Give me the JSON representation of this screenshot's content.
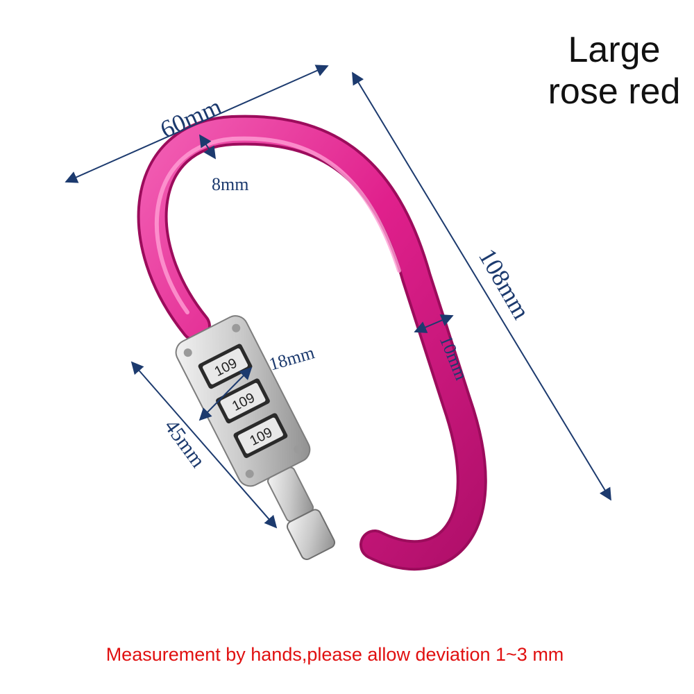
{
  "product": {
    "size_line": "Large",
    "color_line": "rose red"
  },
  "dimensions": {
    "width_label": "60mm",
    "wire_thin_label": "8mm",
    "length_label": "108mm",
    "wire_thick_label": "10mm",
    "lock_width_label": "18mm",
    "lock_length_label": "45mm"
  },
  "lock": {
    "dial_digits": [
      "109",
      "109",
      "109"
    ]
  },
  "footer": {
    "note": "Measurement by hands,please allow deviation 1~3 mm"
  },
  "colors": {
    "carabiner": "#e0208c",
    "dimension_line": "#1c3a6e",
    "note_text": "#e01010",
    "title_text": "#111111"
  }
}
